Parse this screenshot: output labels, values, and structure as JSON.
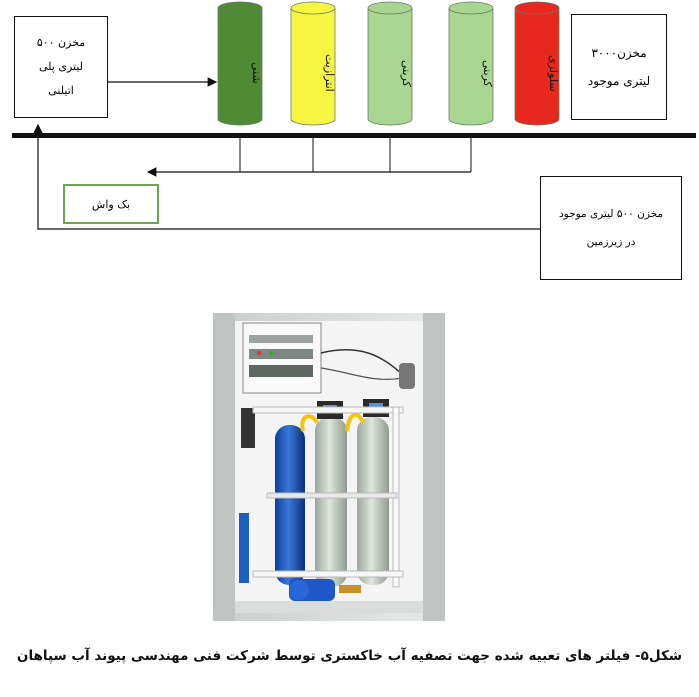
{
  "diagram": {
    "tank_500_poly": [
      "مخزن ۵۰۰",
      "لیتری پلی",
      "اتیلنی"
    ],
    "tank_3000": [
      "مخزن۳۰۰۰",
      "لیتری موجود"
    ],
    "tank_basement": [
      "مخزن ۵۰۰ لیتری موجود",
      "در زیرزمین"
    ],
    "backwash_label": "بک واش",
    "filters": [
      {
        "label": "شنی",
        "color": "#4f8a35"
      },
      {
        "label": "انترازیت",
        "color": "#f5f542"
      },
      {
        "label": "کربنی",
        "color": "#a8d590"
      },
      {
        "label": "کربنی",
        "color": "#a8d590"
      },
      {
        "label": "سلولزی",
        "color": "#e8281e"
      }
    ]
  },
  "caption": "شکل۵- فیلتر های تعبیه شده جهت تصفیه آب خاکستری توسط شرکت فنی مهندسی پیوند آب سپاهان"
}
